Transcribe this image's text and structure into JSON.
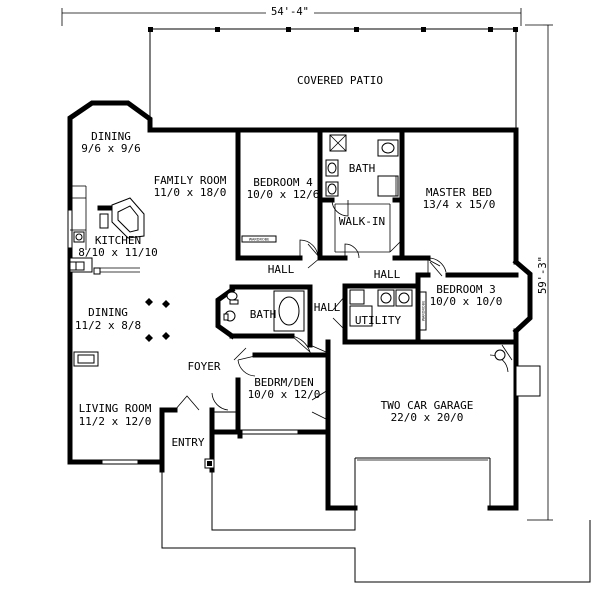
{
  "dimensions": {
    "width": "54'-4\"",
    "depth": "59'-3\""
  },
  "rooms": {
    "covered_patio": {
      "name": "COVERED PATIO"
    },
    "dining_top": {
      "name": "DINING",
      "size": "9/6 x 9/6"
    },
    "family_room": {
      "name": "FAMILY ROOM",
      "size": "11/0 x 18/0"
    },
    "bedroom4": {
      "name": "BEDROOM 4",
      "size": "10/0 x 12/6"
    },
    "bath_master": {
      "name": "BATH"
    },
    "walk_in": {
      "name": "WALK-IN"
    },
    "master_bed": {
      "name": "MASTER BED",
      "size": "13/4 x 15/0"
    },
    "kitchen": {
      "name": "KITCHEN",
      "size": "8/10 x 11/10"
    },
    "hall_left": {
      "name": "HALL"
    },
    "hall_right": {
      "name": "HALL"
    },
    "hall_center": {
      "name": "HALL"
    },
    "bath_hall": {
      "name": "BATH"
    },
    "utility": {
      "name": "UTILITY"
    },
    "bedroom3": {
      "name": "BEDROOM 3",
      "size": "10/0 x 10/0"
    },
    "dining_main": {
      "name": "DINING",
      "size": "11/2 x 8/8"
    },
    "foyer": {
      "name": "FOYER"
    },
    "bedrm_den": {
      "name": "BEDRM/DEN",
      "size": "10/0 x 12/0"
    },
    "garage": {
      "name": "TWO CAR GARAGE",
      "size": "22/0 x 20/0"
    },
    "living_room": {
      "name": "LIVING ROOM",
      "size": "11/2 x 12/0"
    },
    "entry": {
      "name": "ENTRY"
    }
  },
  "closet_tag": "WARDROBE"
}
